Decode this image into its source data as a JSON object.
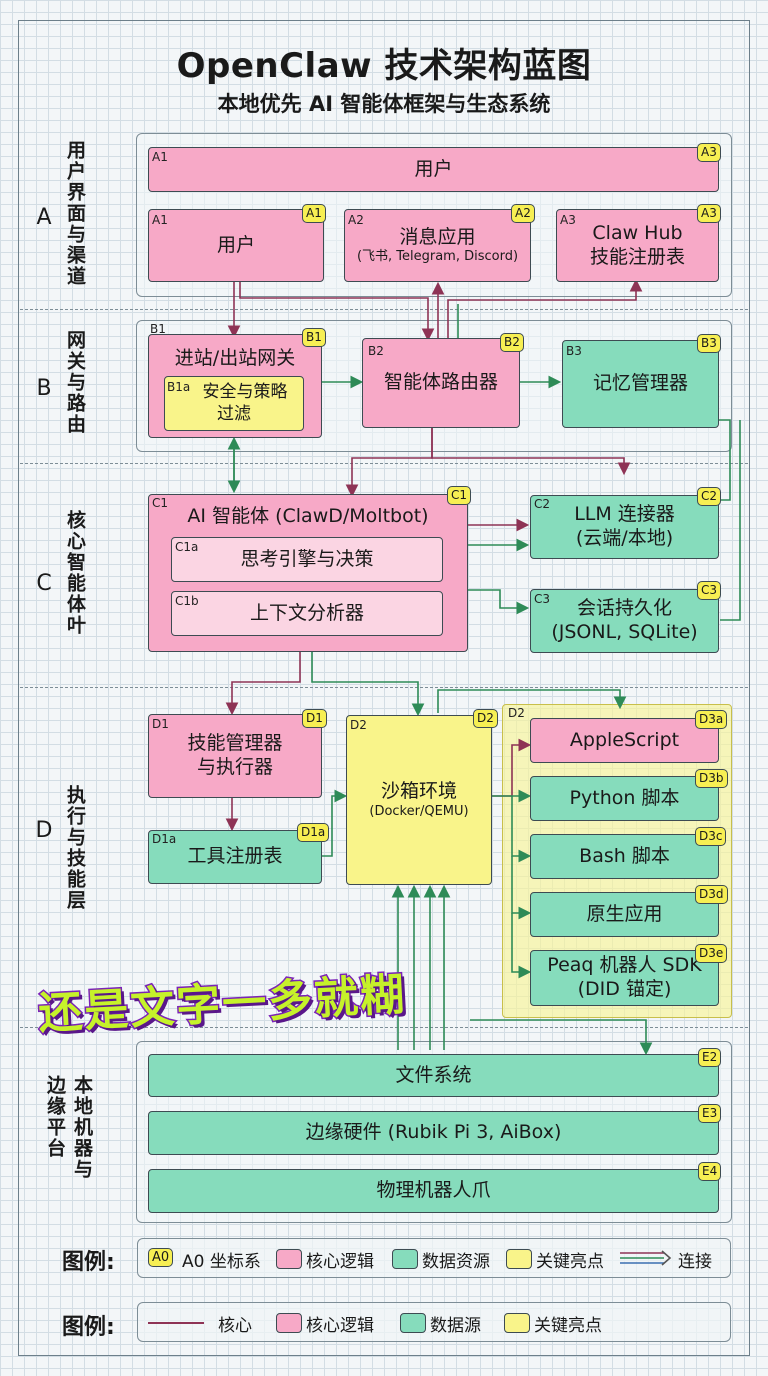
{
  "header": {
    "title": "OpenClaw 技术架构蓝图",
    "subtitle": "本地优先 AI 智能体框架与生态系统"
  },
  "sections": {
    "A": {
      "letter": "A",
      "label": "用户界面与渠道"
    },
    "B": {
      "letter": "B",
      "label": "网关与路由"
    },
    "C": {
      "letter": "C",
      "label": "核心智能体叶"
    },
    "D": {
      "letter": "D",
      "label": "执行与技能层"
    },
    "E": {
      "label": "本地机器与边缘平台"
    }
  },
  "nodes": {
    "a_top": {
      "tag": "A1",
      "badge": "A3",
      "label": "用户"
    },
    "a1": {
      "tag": "A1",
      "badge": "A1",
      "label": "用户"
    },
    "a2": {
      "tag": "A2",
      "badge": "A2",
      "label": "消息应用",
      "sub": "(飞书, Telegram, Discord)"
    },
    "a3": {
      "tag": "A3",
      "badge": "A3",
      "label1": "Claw Hub",
      "label2": "技能注册表"
    },
    "b1": {
      "tag": "B1",
      "badge": "B1",
      "label": "进站/出站网关"
    },
    "b1a": {
      "tag": "B1a",
      "label1": "安全与策略",
      "label2": "过滤"
    },
    "b2": {
      "tag": "B2",
      "badge": "B2",
      "label": "智能体路由器"
    },
    "b3": {
      "tag": "B3",
      "badge": "B3",
      "label": "记忆管理器"
    },
    "c1": {
      "tag": "C1",
      "badge": "C1",
      "label": "AI 智能体 (ClawD/Moltbot)"
    },
    "c1a": {
      "tag": "C1a",
      "label": "思考引擎与决策"
    },
    "c1b": {
      "tag": "C1b",
      "label": "上下文分析器"
    },
    "c2": {
      "tag": "C2",
      "badge": "C2",
      "label1": "LLM 连接器",
      "label2": "(云端/本地)"
    },
    "c3": {
      "tag": "C3",
      "badge": "C3",
      "label1": "会话持久化",
      "label2": "(JSONL, SQLite)"
    },
    "d1": {
      "tag": "D1",
      "badge": "D1",
      "label1": "技能管理器",
      "label2": "与执行器"
    },
    "d1a": {
      "tag": "D1a",
      "badge": "D1a",
      "label": "工具注册表"
    },
    "d2": {
      "tag": "D2",
      "badge": "D2",
      "label": "沙箱环境",
      "sub": "(Docker/QEMU)"
    },
    "d3_group": {
      "tag": "D2"
    },
    "d3a": {
      "badge": "D3a",
      "label": "AppleScript"
    },
    "d3b": {
      "badge": "D3b",
      "label": "Python 脚本"
    },
    "d3c": {
      "badge": "D3c",
      "label": "Bash 脚本"
    },
    "d3d": {
      "badge": "D3d",
      "label": "原生应用"
    },
    "d3e": {
      "badge": "D3e",
      "label1": "Peaq 机器人 SDK",
      "label2": "(DID 锚定)"
    },
    "e2": {
      "badge": "E2",
      "label": "文件系统"
    },
    "e3": {
      "badge": "E3",
      "label": "边缘硬件 (Rubik Pi 3, AiBox)"
    },
    "e4": {
      "badge": "E4",
      "label": "物理机器人爪"
    }
  },
  "overlay_text": "还是文字一多就糊",
  "legend1": {
    "title": "图例:",
    "badge": "A0",
    "items": [
      "A0 坐标系",
      "核心逻辑",
      "数据资源",
      "关键亮点",
      "连接"
    ]
  },
  "legend2": {
    "title": "图例:",
    "items": [
      "核心",
      "核心逻辑",
      "数据源",
      "关键亮点"
    ]
  },
  "colors": {
    "core_logic": "#f7a9c7",
    "data_resource": "#86dcbc",
    "highlight": "#f9f48a",
    "connector_core": "#8e3355",
    "connector_data": "#2e8b57"
  }
}
